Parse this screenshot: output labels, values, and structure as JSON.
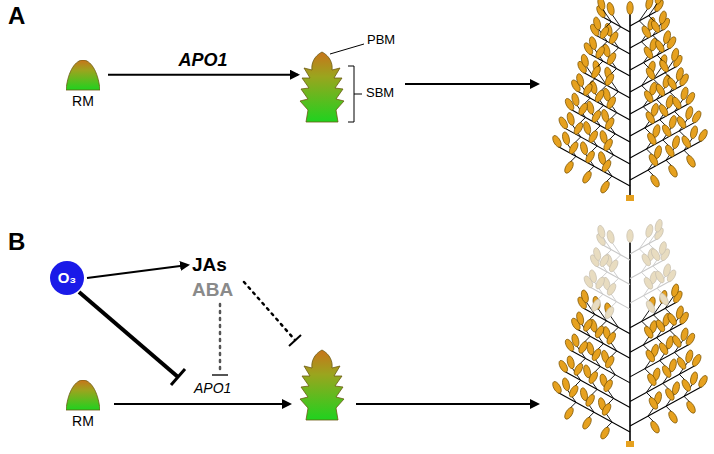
{
  "diagram": {
    "nodes": [
      {
        "text": [
          "RM"
        ]
      },
      {
        "text": [
          "PBM",
          "SBM"
        ]
      },
      {
        "text": [
          "O₃"
        ]
      },
      {
        "text": [
          "JAs"
        ]
      },
      {
        "text": [
          "RM"
        ]
      }
    ],
    "edges": [
      {
        "from": 0,
        "to": 1,
        "label": "APO1",
        "arrow": "to"
      },
      {
        "from": 2,
        "to": 3,
        "arrow": "to"
      }
    ],
    "labels": [
      "A",
      "B",
      "ABA",
      "APO1"
    ]
  }
}
